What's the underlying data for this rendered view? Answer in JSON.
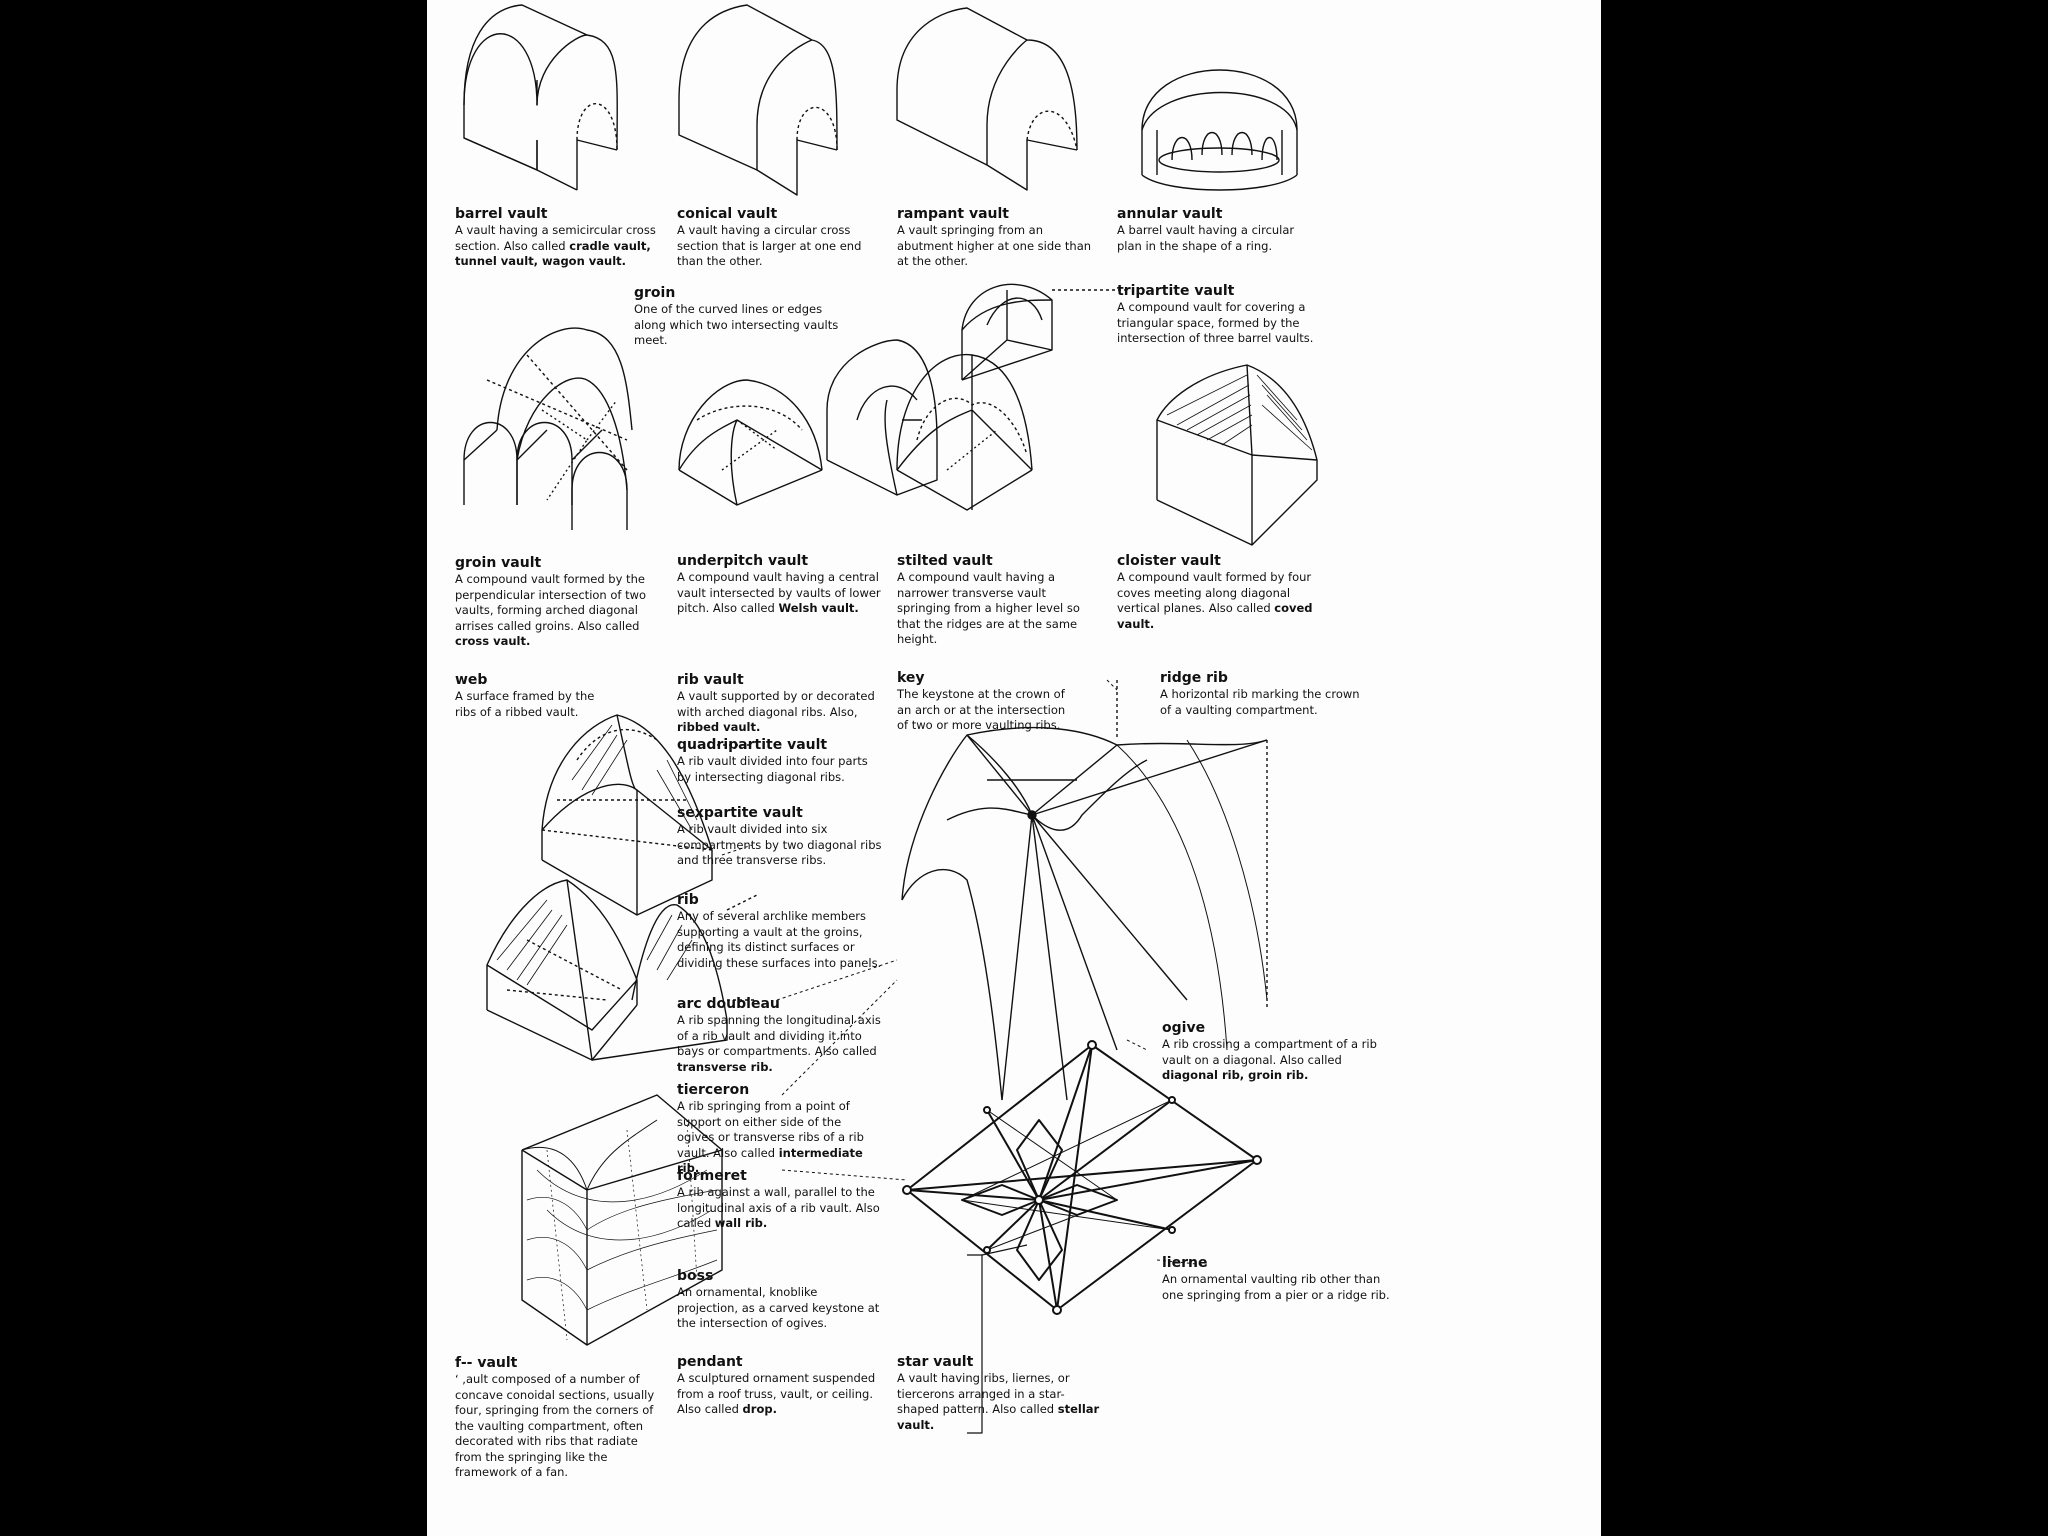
{
  "terms": [
    {
      "id": "barrel",
      "term": "barrel vault",
      "def": "A vault having a semicircular cross section. Also called",
      "also": "cradle vault, tunnel vault, wagon vault."
    },
    {
      "id": "conical",
      "term": "conical vault",
      "def": "A vault having a circular cross section that is larger at one end than the other.",
      "also": ""
    },
    {
      "id": "rampant",
      "term": "rampant vault",
      "def": "A vault springing from an abutment higher at one side than at the other.",
      "also": ""
    },
    {
      "id": "annular",
      "term": "annular vault",
      "def": "A barrel vault having a circular plan in the shape of a ring.",
      "also": ""
    },
    {
      "id": "groin",
      "term": "groin",
      "def": "One of the curved lines or edges along which two intersecting vaults meet.",
      "also": ""
    },
    {
      "id": "tripartite",
      "term": "tripartite vault",
      "def": "A compound vault for covering a triangular space, formed by the intersection of three barrel vaults.",
      "also": ""
    },
    {
      "id": "groinvault",
      "term": "groin vault",
      "def": "A compound vault formed by the perpendicular intersection of two vaults, forming arched diagonal arrises called groins. Also called",
      "also": "cross vault."
    },
    {
      "id": "underpitch",
      "term": "underpitch vault",
      "def": "A compound vault having a central vault intersected by vaults of lower pitch. Also called",
      "also": "Welsh vault."
    },
    {
      "id": "stilted",
      "term": "stilted vault",
      "def": "A compound vault having a narrower transverse vault springing from a higher level so that the ridges are at the same height.",
      "also": ""
    },
    {
      "id": "cloister",
      "term": "cloister vault",
      "def": "A compound vault formed by four coves meeting along diagonal vertical planes. Also called",
      "also": "coved vault."
    },
    {
      "id": "web",
      "term": "web",
      "def": "A surface framed by the ribs of a ribbed vault.",
      "also": ""
    },
    {
      "id": "ribvault",
      "term": "rib vault",
      "def": "A vault supported by or decorated with arched diagonal ribs. Also,",
      "also": "ribbed vault."
    },
    {
      "id": "key",
      "term": "key",
      "def": "The keystone at the crown of an arch or at the intersection of two or more vaulting ribs.",
      "also": ""
    },
    {
      "id": "ridgerib",
      "term": "ridge rib",
      "def": "A horizontal rib marking the crown of a vaulting compartment.",
      "also": ""
    },
    {
      "id": "quadripartite",
      "term": "quadripartite vault",
      "def": "A rib vault divided into four parts by intersecting diagonal ribs.",
      "also": ""
    },
    {
      "id": "sexpartite",
      "term": "sexpartite vault",
      "def": "A rib vault divided into six compartments by two diagonal ribs and three transverse ribs.",
      "also": ""
    },
    {
      "id": "rib",
      "term": "rib",
      "def": "Any of several archlike members supporting a vault at the groins, defining its distinct surfaces or dividing these surfaces into panels.",
      "also": ""
    },
    {
      "id": "arcdoubleau",
      "term": "arc doubleau",
      "def": "A rib spanning the longitudinal axis of a rib vault and dividing it into bays or compartments. Also called",
      "also": "transverse rib."
    },
    {
      "id": "ogive",
      "term": "ogive",
      "def": "A rib crossing a compartment of a rib vault on a diagonal. Also called",
      "also": "diagonal rib, groin rib."
    },
    {
      "id": "tierceron",
      "term": "tierceron",
      "def": "A rib springing from a point of support on either side of the ogives or transverse ribs of a rib vault. Also called",
      "also": "intermediate rib."
    },
    {
      "id": "formeret",
      "term": "formeret",
      "def": "A rib against a wall, parallel to the longitudinal axis of a rib vault. Also called",
      "also": "wall rib."
    },
    {
      "id": "lierne",
      "term": "lierne",
      "def": "An ornamental vaulting rib other than one springing from a pier or a ridge rib.",
      "also": ""
    },
    {
      "id": "boss",
      "term": "boss",
      "def": "An ornamental, knoblike projection, as a carved keystone at the intersection of ogives.",
      "also": ""
    },
    {
      "id": "fanvault",
      "term": "f-- vault",
      "def": "ʻ ,ault composed of a number of concave conoidal sections, usually four, springing from the corners of the vaulting compartment, often decorated with ribs that radiate from the springing like the framework of a fan.",
      "also": ""
    },
    {
      "id": "pendant",
      "term": "pendant",
      "def": "A sculptured ornament suspended from a roof truss, vault, or ceiling. Also called",
      "also": "drop."
    },
    {
      "id": "star",
      "term": "star vault",
      "def": "A vault having ribs, liernes, or tiercerons arranged in a star-shaped pattern. Also called",
      "also": "stellar vault."
    }
  ]
}
